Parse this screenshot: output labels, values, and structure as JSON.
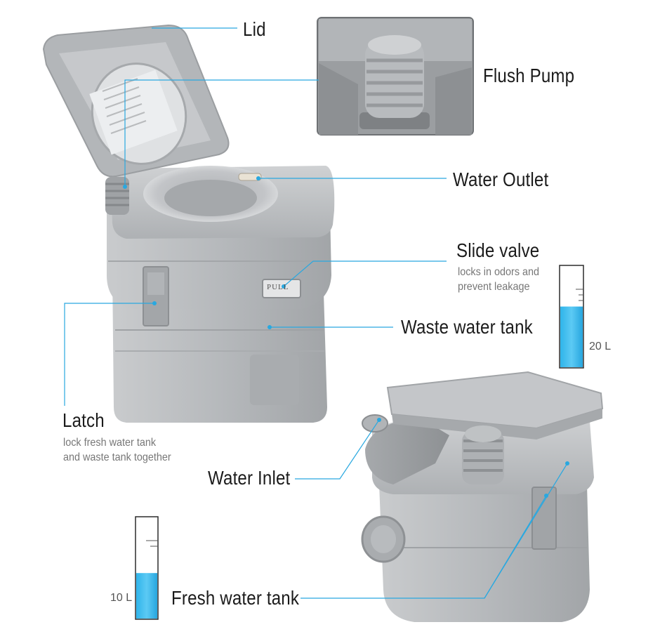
{
  "labels": {
    "lid": "Lid",
    "flush_pump": "Flush Pump",
    "water_outlet": "Water Outlet",
    "slide_valve": "Slide valve",
    "slide_valve_desc_1": "locks in odors and",
    "slide_valve_desc_2": "prevent leakage",
    "waste_water_tank": "Waste water tank",
    "latch": "Latch",
    "latch_desc_1": "lock fresh water tank",
    "latch_desc_2": "and waste tank together",
    "water_inlet": "Water Inlet",
    "fresh_water_tank": "Fresh water tank",
    "pump_letter": "PULL"
  },
  "gauges": {
    "waste": {
      "label": "20 L",
      "fill_fraction": 0.6
    },
    "fresh": {
      "label": "10 L",
      "fill_fraction": 0.45
    }
  },
  "colors": {
    "leader_line": "#29a8e0",
    "water": "#38bdf0",
    "body": "#b9bcbf"
  }
}
